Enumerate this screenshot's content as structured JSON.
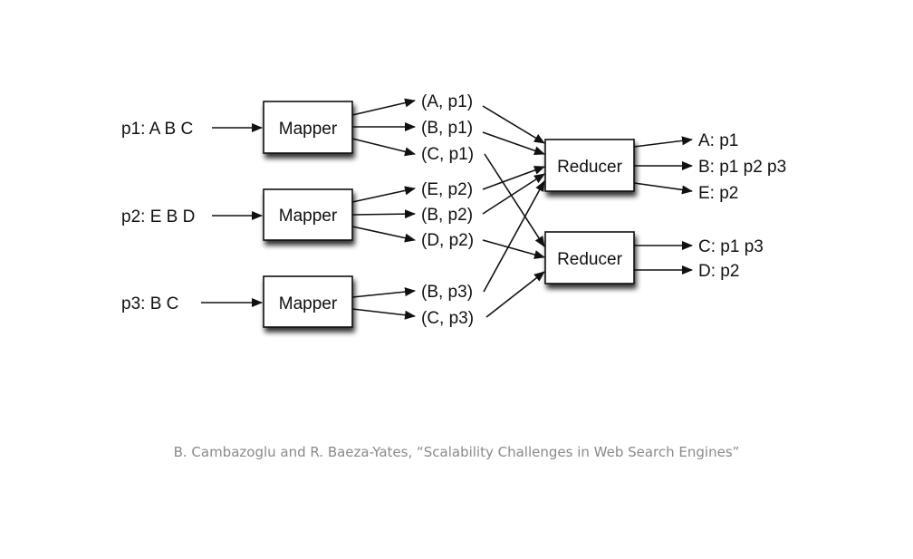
{
  "diagram": {
    "inputs": [
      {
        "id": "in1",
        "label": "p1: A B C"
      },
      {
        "id": "in2",
        "label": "p2: E B D"
      },
      {
        "id": "in3",
        "label": "p3: B C"
      }
    ],
    "mappers": [
      {
        "id": "m1",
        "label": "Mapper"
      },
      {
        "id": "m2",
        "label": "Mapper"
      },
      {
        "id": "m3",
        "label": "Mapper"
      }
    ],
    "pairs": [
      {
        "id": "ap1",
        "label": "(A, p1)",
        "mapper": "m1",
        "reducer": "r1"
      },
      {
        "id": "bp1",
        "label": "(B, p1)",
        "mapper": "m1",
        "reducer": "r1"
      },
      {
        "id": "cp1",
        "label": "(C, p1)",
        "mapper": "m1",
        "reducer": "r2"
      },
      {
        "id": "ep2",
        "label": "(E, p2)",
        "mapper": "m2",
        "reducer": "r1"
      },
      {
        "id": "bp2",
        "label": "(B, p2)",
        "mapper": "m2",
        "reducer": "r1"
      },
      {
        "id": "dp2",
        "label": "(D, p2)",
        "mapper": "m2",
        "reducer": "r2"
      },
      {
        "id": "bp3",
        "label": "(B, p3)",
        "mapper": "m3",
        "reducer": "r1"
      },
      {
        "id": "cp3",
        "label": "(C, p3)",
        "mapper": "m3",
        "reducer": "r2"
      }
    ],
    "reducers": [
      {
        "id": "r1",
        "label": "Reducer"
      },
      {
        "id": "r2",
        "label": "Reducer"
      }
    ],
    "outputs": [
      {
        "id": "oA",
        "label": "A: p1",
        "reducer": "r1"
      },
      {
        "id": "oB",
        "label": "B: p1 p2 p3",
        "reducer": "r1"
      },
      {
        "id": "oE",
        "label": "E: p2",
        "reducer": "r1"
      },
      {
        "id": "oC",
        "label": "C: p1 p3",
        "reducer": "r2"
      },
      {
        "id": "oD",
        "label": "D: p2",
        "reducer": "r2"
      }
    ]
  },
  "caption": "B. Cambazoglu and R. Baeza-Yates, “Scalability Challenges in Web Search Engines”"
}
